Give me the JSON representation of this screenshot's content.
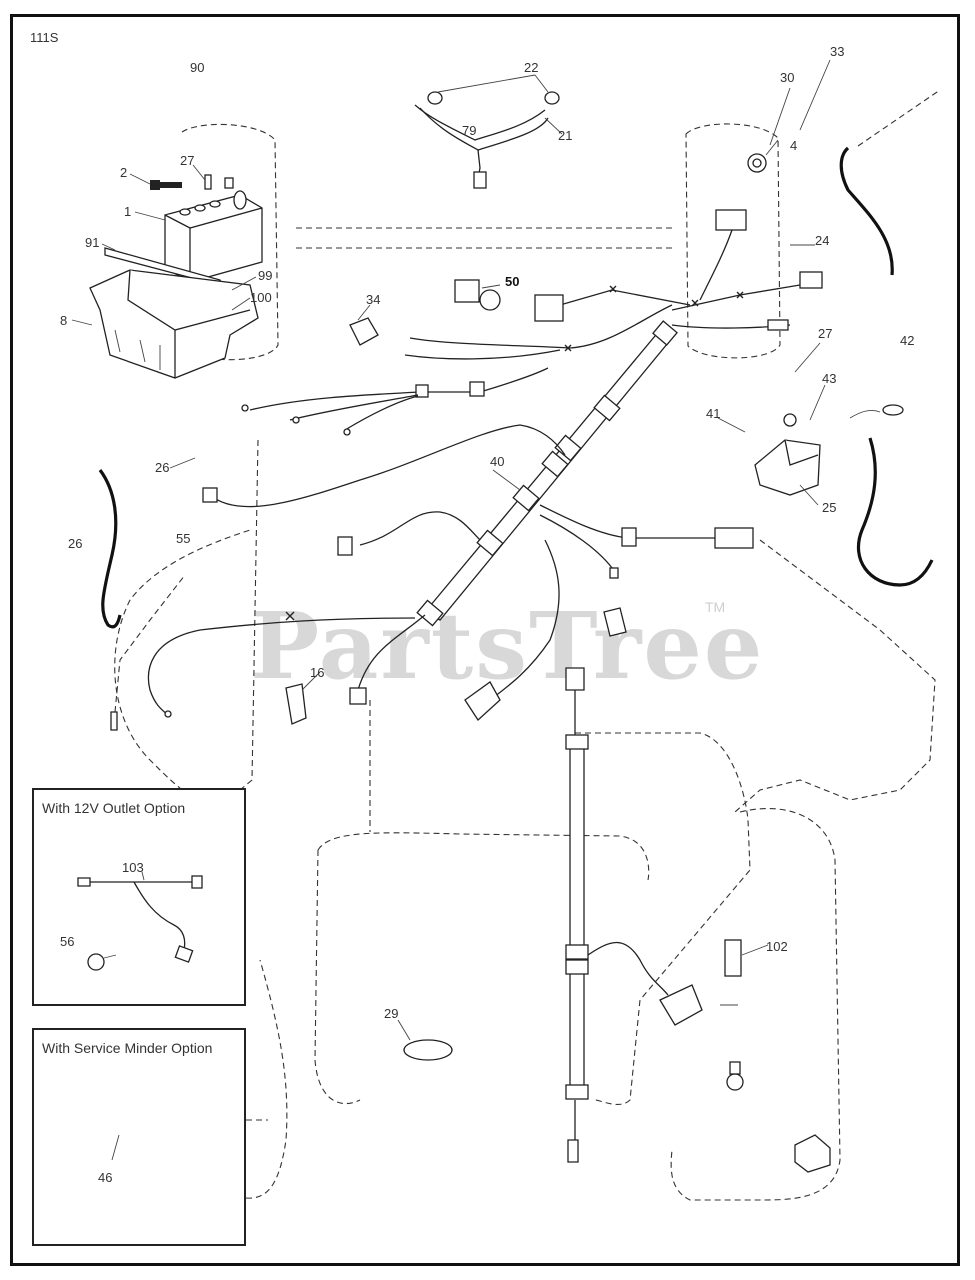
{
  "diagram": {
    "code": "111S",
    "watermark": "PartsTree",
    "watermark_tm": "TM",
    "callouts": [
      {
        "id": "c90",
        "text": "90"
      },
      {
        "id": "c22",
        "text": "22"
      },
      {
        "id": "c33",
        "text": "33"
      },
      {
        "id": "c30",
        "text": "30"
      },
      {
        "id": "c79",
        "text": "79"
      },
      {
        "id": "c21",
        "text": "21"
      },
      {
        "id": "c2",
        "text": "2"
      },
      {
        "id": "c27a",
        "text": "27"
      },
      {
        "id": "c1",
        "text": "1"
      },
      {
        "id": "c4",
        "text": "4"
      },
      {
        "id": "c24",
        "text": "24"
      },
      {
        "id": "c91",
        "text": "91"
      },
      {
        "id": "c50",
        "text": "50"
      },
      {
        "id": "c99",
        "text": "99"
      },
      {
        "id": "c100",
        "text": "100"
      },
      {
        "id": "c34",
        "text": "34"
      },
      {
        "id": "c8",
        "text": "8"
      },
      {
        "id": "c27b",
        "text": "27"
      },
      {
        "id": "c42",
        "text": "42"
      },
      {
        "id": "c43",
        "text": "43"
      },
      {
        "id": "c41",
        "text": "41"
      },
      {
        "id": "c26a",
        "text": "26"
      },
      {
        "id": "c40",
        "text": "40"
      },
      {
        "id": "c25",
        "text": "25"
      },
      {
        "id": "c26b",
        "text": "26"
      },
      {
        "id": "c55",
        "text": "55"
      },
      {
        "id": "c16",
        "text": "16"
      },
      {
        "id": "c103",
        "text": "103"
      },
      {
        "id": "c102",
        "text": "102"
      },
      {
        "id": "c56",
        "text": "56"
      },
      {
        "id": "c29",
        "text": "29"
      },
      {
        "id": "c46",
        "text": "46"
      }
    ],
    "insets": {
      "outlet": {
        "title": "With 12V Outlet Option"
      },
      "minder": {
        "title": "With Service Minder Option"
      }
    }
  }
}
